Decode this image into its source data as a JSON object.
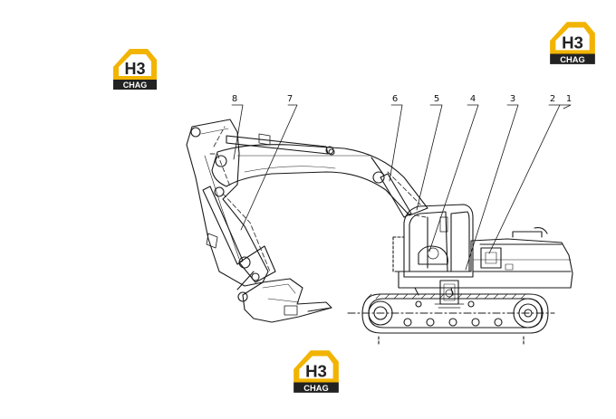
{
  "watermark": {
    "logo_letters": "H3",
    "logo_text": "CHAG",
    "colors": {
      "roof": "#f2b400",
      "letters": "#222222",
      "text_bg": "#222222",
      "text_fg": "#ffffff"
    }
  },
  "callouts": [
    "1",
    "2",
    "3",
    "4",
    "5",
    "6",
    "7",
    "8"
  ],
  "colors": {
    "line": "#1a1a1a",
    "dashed": "#333333"
  }
}
